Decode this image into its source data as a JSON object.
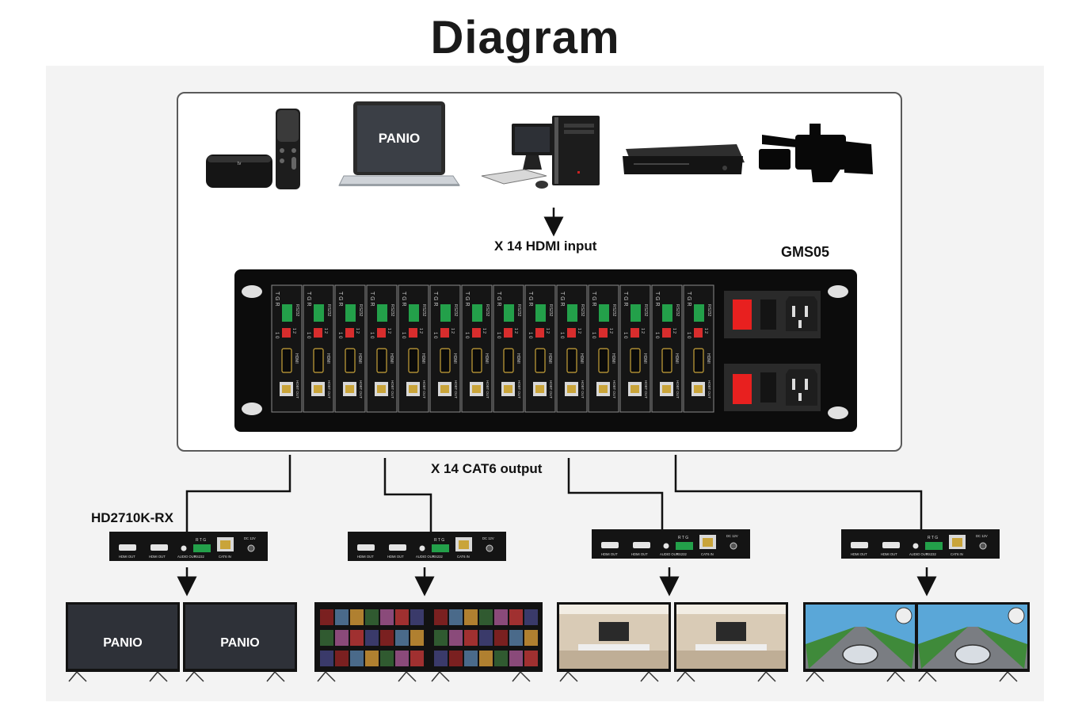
{
  "title": "Diagram",
  "labels": {
    "hdmi_input": "X 14 HDMI input",
    "matrix_model": "GMS05",
    "cat6_output": "X 14 CAT6 output",
    "receiver_model": "HD2710K-RX"
  },
  "brand": "PANIO",
  "sources": [
    "apple-tv-icon",
    "laptop-icon",
    "desktop-pc-icon",
    "blu-ray-player-icon",
    "video-camera-icon"
  ],
  "chassis": {
    "module_count": 14,
    "module_labels": {
      "terminal": "T G R",
      "serial": "RS232",
      "dip": "1 0",
      "dip2": "1 2",
      "hdmi": "HDMI",
      "hdbt": "HDBT OUT"
    }
  },
  "receiver_ports": [
    "HDMI OUT",
    "HDMI OUT",
    "AUDIO OUT",
    "RS232",
    "CAT6 IN",
    "DC 12V"
  ],
  "receiver_terminal": "R T G",
  "displays": [
    {
      "content": "panio-logo"
    },
    {
      "content": "panio-logo"
    },
    {
      "content": "media-grid"
    },
    {
      "content": "media-grid"
    },
    {
      "content": "living-room"
    },
    {
      "content": "living-room"
    },
    {
      "content": "racing-game"
    },
    {
      "content": "racing-game"
    }
  ],
  "colors": {
    "rocker_switch": "#e8201f",
    "terminal_green": "#23a04a",
    "dip_red": "#d82d2d",
    "rj45_gold": "#c9a43a"
  }
}
